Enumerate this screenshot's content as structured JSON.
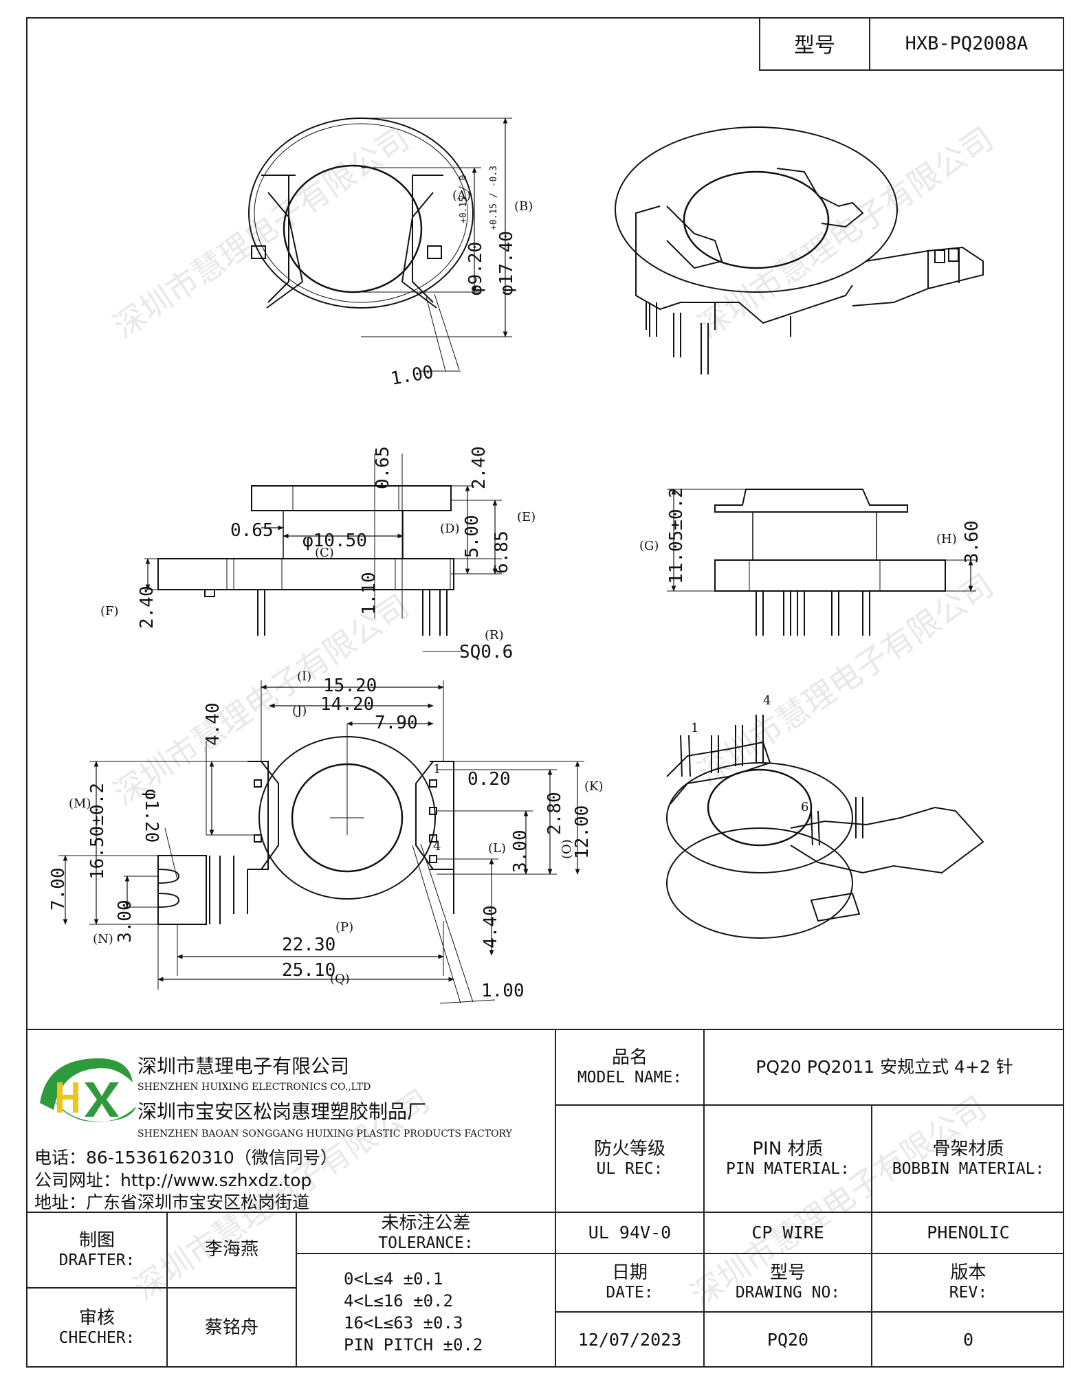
{
  "header": {
    "label": "型号",
    "model": "HXB-PQ2008A"
  },
  "dimensions": {
    "d_inner": "φ9.20",
    "tol_inner": "+0.15 / 0",
    "d_outer": "φ17.40",
    "tol_outer": "+0.15 / -0.3",
    "top_gap": "1.00",
    "t_065": "0.65",
    "t_240": "2.40",
    "t_065b": "0.65",
    "t_1050": "φ10.50",
    "t_500": "5.00",
    "t_685": "6.85",
    "t_110": "1.10",
    "t_240b": "2.40",
    "sq06": "SQ0.6",
    "t_1105": "11.05±0.2",
    "t_360": "3.60",
    "t_1520": "15.20",
    "t_1420": "14.20",
    "t_790": "7.90",
    "t_440": "4.40",
    "t_120": "φ1.20",
    "t_020": "0.20",
    "t_280": "2.80",
    "t_1200": "12.00",
    "t_300": "3.00",
    "t_1650": "16.50±0.2",
    "t_700": "7.00",
    "t_300b": "3.00",
    "t_2230": "22.30",
    "t_2510": "25.10",
    "t_440b": "4.40",
    "bot_gap": "1.00"
  },
  "tags": {
    "A": "(A)",
    "B": "(B)",
    "C": "(C)",
    "D": "(D)",
    "E": "(E)",
    "F": "(F)",
    "G": "(G)",
    "H": "(H)",
    "I": "(I)",
    "J": "(J)",
    "K": "(K)",
    "L": "(L)",
    "M": "(M)",
    "N": "(N)",
    "O": "(O)",
    "P": "(P)",
    "Q": "(Q)",
    "R": "(R)"
  },
  "pin_labels": {
    "p1": "1",
    "p4": "4",
    "p6": "6",
    "p1b": "1",
    "p4b": "4"
  },
  "watermark": "深圳市慧理电子有限公司",
  "company": {
    "name_cn": "深圳市慧理电子有限公司",
    "name_en": "SHENZHEN HUIXING ELECTRONICS CO.,LTD",
    "factory_cn": "深圳市宝安区松岗惠理塑胶制品厂",
    "factory_en": "SHENZHEN BAOAN SONGGANG HUIXING PLASTIC PRODUCTS FACTORY",
    "phone": "电话：86-15361620310（微信同号）",
    "website": "公司网址：http://www.szhxdz.top",
    "address": "地址：广东省深圳市宝安区松岗街道"
  },
  "logo": {
    "text": "HX",
    "green": "#2e9a3c",
    "yellow": "#f0c419"
  },
  "title_block": {
    "model_name_cn": "品名",
    "model_name_en": "MODEL NAME:",
    "model_name_val": "PQ20 PQ2011 安规立式 4+2 针",
    "ul_cn": "防火等级",
    "ul_en": "UL REC:",
    "pin_cn": "PIN 材质",
    "pin_en": "PIN MATERIAL:",
    "bobbin_cn": "骨架材质",
    "bobbin_en": "BOBBIN MATERIAL:",
    "ul_val": "UL 94V-0",
    "pin_val": "CP WIRE",
    "bobbin_val": "PHENOLIC",
    "drafter_cn": "制图",
    "drafter_en": "DRAFTER:",
    "drafter_val": "李海燕",
    "checker_cn": "审核",
    "checker_en": "CHECHER:",
    "checker_val": "蔡铭舟",
    "tol_cn": "未标注公差",
    "tol_en": "TOLERANCE:",
    "tol_1": "0<L≤4   ±0.1",
    "tol_2": "4<L≤16  ±0.2",
    "tol_3": "16<L≤63  ±0.3",
    "tol_4": "PIN PITCH  ±0.2",
    "date_cn": "日期",
    "date_en": "DATE:",
    "date_val": "12/07/2023",
    "dwg_cn": "型号",
    "dwg_en": "DRAWING NO:",
    "dwg_val": "PQ20",
    "rev_cn": "版本",
    "rev_en": "REV:",
    "rev_val": "0"
  }
}
